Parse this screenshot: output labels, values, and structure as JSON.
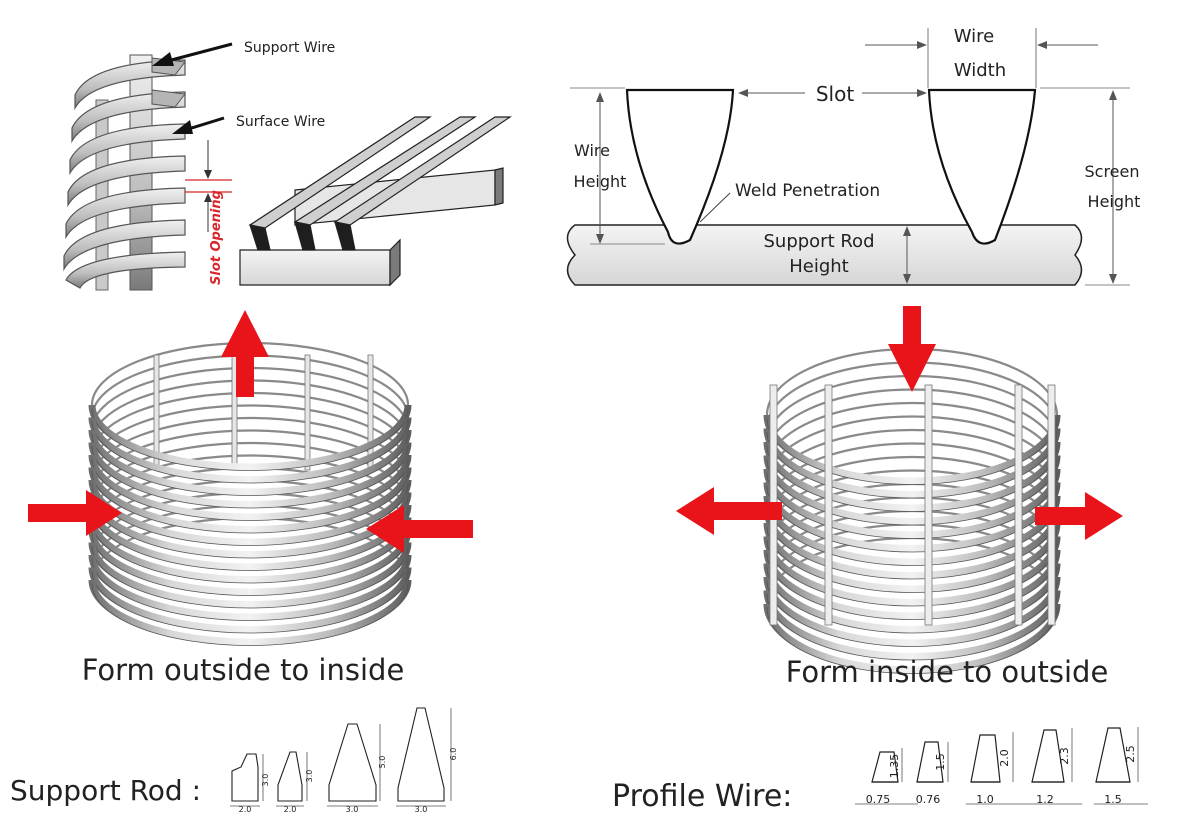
{
  "labels": {
    "support_wire": "Support Wire",
    "surface_wire": "Surface Wire",
    "slot_opening": "Slot Opening",
    "wire_width_1": "Wire",
    "wire_width_2": "Width",
    "slot": "Slot",
    "wire_height_1": "Wire",
    "wire_height_2": "Height",
    "weld_penetration": "Weld Penetration",
    "screen_height_1": "Screen",
    "screen_height_2": "Height",
    "support_rod_height_1": "Support Rod",
    "support_rod_height_2": "Height",
    "form_outside": "Form outside to inside",
    "form_inside": "Form inside to outside",
    "support_rod": "Support Rod :",
    "profile_wire": "Profile Wire:"
  },
  "support_rod_profiles": [
    {
      "width": "2.0",
      "height": "3.0"
    },
    {
      "width": "2.0",
      "height": "3.0"
    },
    {
      "width": "3.0",
      "height": "5.0"
    },
    {
      "width": "3.0",
      "height": "6.0"
    }
  ],
  "profile_wire_profiles": [
    {
      "width": "0.75",
      "height": "1.35"
    },
    {
      "width": "0.76",
      "height": "1.5"
    },
    {
      "width": "1.0",
      "height": "2.0"
    },
    {
      "width": "1.2",
      "height": "2.3"
    },
    {
      "width": "1.5",
      "height": "2.5"
    }
  ],
  "colors": {
    "arrow": "#e8141a",
    "metal_dark": "#5a5a5a",
    "metal_mid": "#9a9a9a",
    "metal_light": "#dcdcdc",
    "slot_label": "#d9262b"
  }
}
